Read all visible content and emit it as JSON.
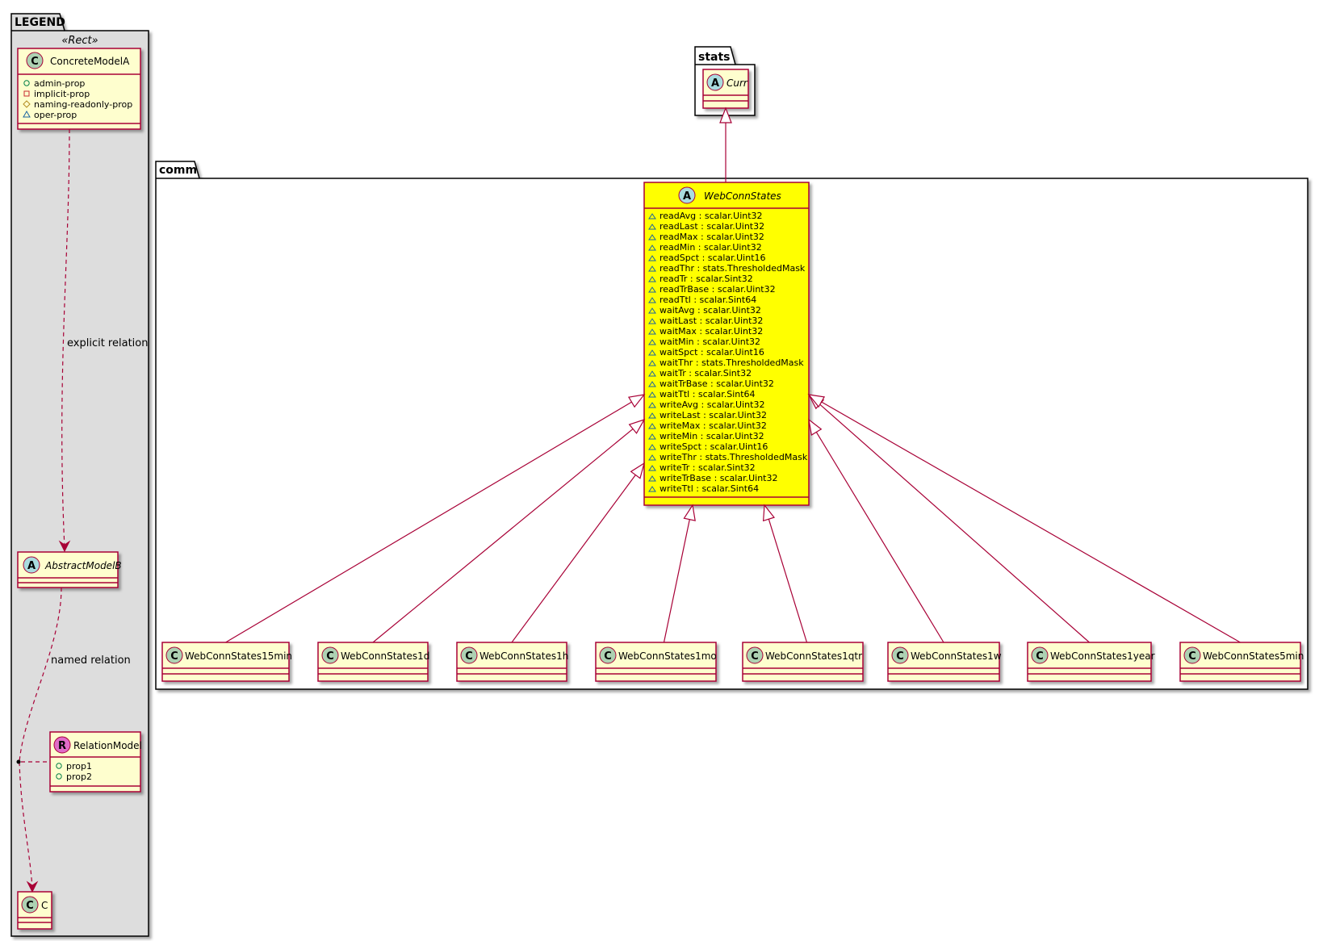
{
  "colors": {
    "class_fill": "#FEFECE",
    "class_border": "#A80036",
    "highlight_fill": "#FFFF00",
    "legend_fill": "#DDDDDD",
    "badge_class": "#ADD1B2",
    "badge_relation": "#E06CC8",
    "edge": "#A80036"
  },
  "legend": {
    "title": "LEGEND",
    "stereotype": "«Rect»",
    "concrete": {
      "name": "ConcreteModelA",
      "badge": "C",
      "attrs": [
        "admin-prop",
        "implicit-prop",
        "naming-readonly-prop",
        "oper-prop"
      ]
    },
    "explicit_label": "explicit relation",
    "abstract": {
      "name": "AbstractModelB",
      "badge": "A"
    },
    "named_label": "named relation",
    "relation": {
      "name": "RelationModel",
      "badge": "R",
      "attrs": [
        "prop1",
        "prop2"
      ]
    },
    "c": {
      "name": "C",
      "badge": "C"
    }
  },
  "stats": {
    "title": "stats",
    "curr": {
      "name": "Curr",
      "badge": "A"
    }
  },
  "comm": {
    "title": "comm",
    "main": {
      "name": "WebConnStates",
      "badge": "A",
      "attrs": [
        "readAvg : scalar.Uint32",
        "readLast : scalar.Uint32",
        "readMax : scalar.Uint32",
        "readMin : scalar.Uint32",
        "readSpct : scalar.Uint16",
        "readThr : stats.ThresholdedMask",
        "readTr : scalar.Sint32",
        "readTrBase : scalar.Uint32",
        "readTtl : scalar.Sint64",
        "waitAvg : scalar.Uint32",
        "waitLast : scalar.Uint32",
        "waitMax : scalar.Uint32",
        "waitMin : scalar.Uint32",
        "waitSpct : scalar.Uint16",
        "waitThr : stats.ThresholdedMask",
        "waitTr : scalar.Sint32",
        "waitTrBase : scalar.Uint32",
        "waitTtl : scalar.Sint64",
        "writeAvg : scalar.Uint32",
        "writeLast : scalar.Uint32",
        "writeMax : scalar.Uint32",
        "writeMin : scalar.Uint32",
        "writeSpct : scalar.Uint16",
        "writeThr : stats.ThresholdedMask",
        "writeTr : scalar.Sint32",
        "writeTrBase : scalar.Uint32",
        "writeTtl : scalar.Sint64"
      ]
    },
    "children": [
      "WebConnStates15min",
      "WebConnStates1d",
      "WebConnStates1h",
      "WebConnStates1mo",
      "WebConnStates1qtr",
      "WebConnStates1w",
      "WebConnStates1year",
      "WebConnStates5min"
    ]
  }
}
